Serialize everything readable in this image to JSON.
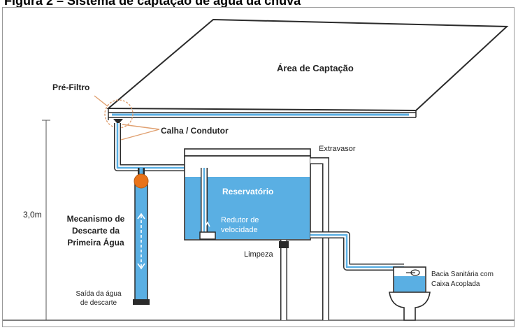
{
  "figure": {
    "title": "Figura 2 – Sistema de captação de água da chuva"
  },
  "labels": {
    "catchment_area": "Área de Captação",
    "pre_filter": "Pré-Filtro",
    "gutter": "Calha / Condutor",
    "overflow": "Extravasor",
    "reservoir": "Reservatório",
    "velocity_reducer": [
      "Redutor de",
      "velocidade"
    ],
    "cleaning": "Limpeza",
    "height": "3,0m",
    "first_flush": [
      "Mecanismo de",
      "Descarte da",
      "Primeira Água"
    ],
    "discharge_outlet": [
      "Saída da água",
      "de descarte"
    ],
    "toilet": [
      "Bacia Sanitária com",
      "Caixa Acoplada"
    ]
  },
  "colors": {
    "water": "#5aafe3",
    "water_light": "#bfe0f5",
    "outline": "#2b2b2b",
    "valve_ball": "#e8731a"
  }
}
